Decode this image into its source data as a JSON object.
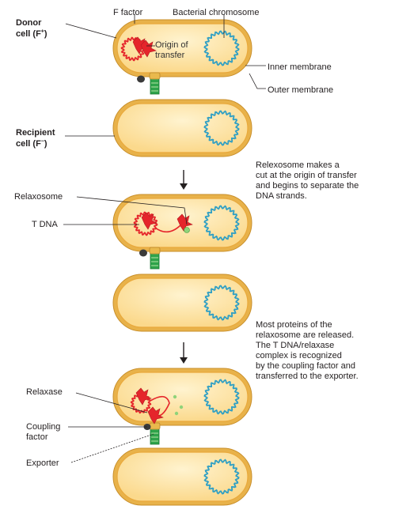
{
  "labels": {
    "donor_line1": "Donor",
    "donor_line2": "cell (F",
    "donor_sup": "+",
    "donor_close": ")",
    "f_factor": "F factor",
    "bacterial_chromosome": "Bacterial chromosome",
    "origin_line1": "Origin of",
    "origin_line2": "transfer",
    "inner_membrane": "Inner membrane",
    "outer_membrane": "Outer membrane",
    "recipient_line1": "Recipient",
    "recipient_line2": "cell (F",
    "recipient_sup": "−",
    "recipient_close": ")",
    "relaxosome": "Relaxosome",
    "t_dna": "T DNA",
    "relaxase": "Relaxase",
    "coupling_line1": "Coupling",
    "coupling_line2": "factor",
    "exporter": "Exporter"
  },
  "captions": {
    "step2": [
      "Relexosome makes a",
      "cut at the origin of transfer",
      "and begins to separate the",
      "DNA strands."
    ],
    "step3": [
      "Most proteins of the",
      "relaxosome are released.",
      "The T DNA/relaxase",
      "complex is recognized",
      "by the coupling factor and",
      "transferred to the exporter."
    ]
  },
  "colors": {
    "cell_outer": "#e8b24a",
    "cell_inner": "#fbd88a",
    "cell_fill": "#fde7b0",
    "chromosome": "#2f9fc4",
    "plasmid": "#e5252b",
    "exporter": "#2ea34a",
    "protein": "#3a3a3a"
  }
}
